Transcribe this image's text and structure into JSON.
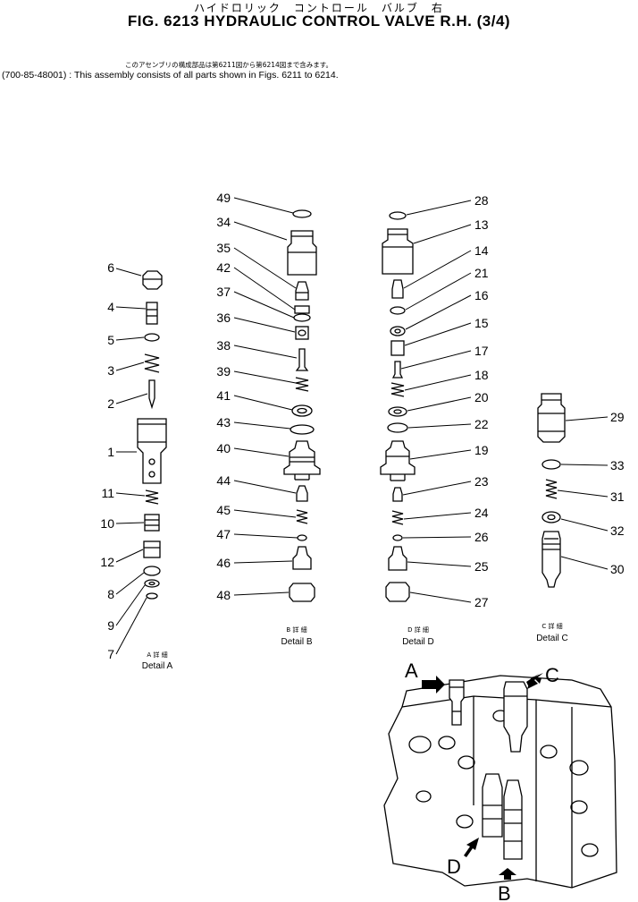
{
  "header": {
    "title_jp": "ハイドロリック　コントロール　バルブ　右",
    "title": "FIG. 6213  HYDRAULIC CONTROL VALVE R.H. (3/4)",
    "note_jp": "このアセンブリの構成部品は第6211図から第6214図まで含みます。",
    "note_en": "(700-85-48001) : This assembly consists of all parts shown in Figs. 6211 to 6214."
  },
  "details": {
    "a": {
      "jp": "A 詳 細",
      "en": "Detail A"
    },
    "b": {
      "jp": "B 詳 細",
      "en": "Detail B"
    },
    "c": {
      "jp": "C 詳 細",
      "en": "Detail C"
    },
    "d": {
      "jp": "D 詳 細",
      "en": "Detail D"
    }
  },
  "callouts": {
    "a": [
      "6",
      "4",
      "5",
      "3",
      "2",
      "1",
      "11",
      "10",
      "12",
      "8",
      "9",
      "7"
    ],
    "b": [
      "49",
      "34",
      "35",
      "42",
      "37",
      "36",
      "38",
      "39",
      "41",
      "43",
      "40",
      "44",
      "45",
      "47",
      "46",
      "48"
    ],
    "d": [
      "28",
      "13",
      "14",
      "21",
      "16",
      "15",
      "17",
      "18",
      "20",
      "22",
      "19",
      "23",
      "24",
      "26",
      "25",
      "27"
    ],
    "c": [
      "29",
      "33",
      "31",
      "32",
      "30"
    ]
  },
  "view_letters": {
    "a": "A",
    "b": "B",
    "c": "C",
    "d": "D"
  }
}
